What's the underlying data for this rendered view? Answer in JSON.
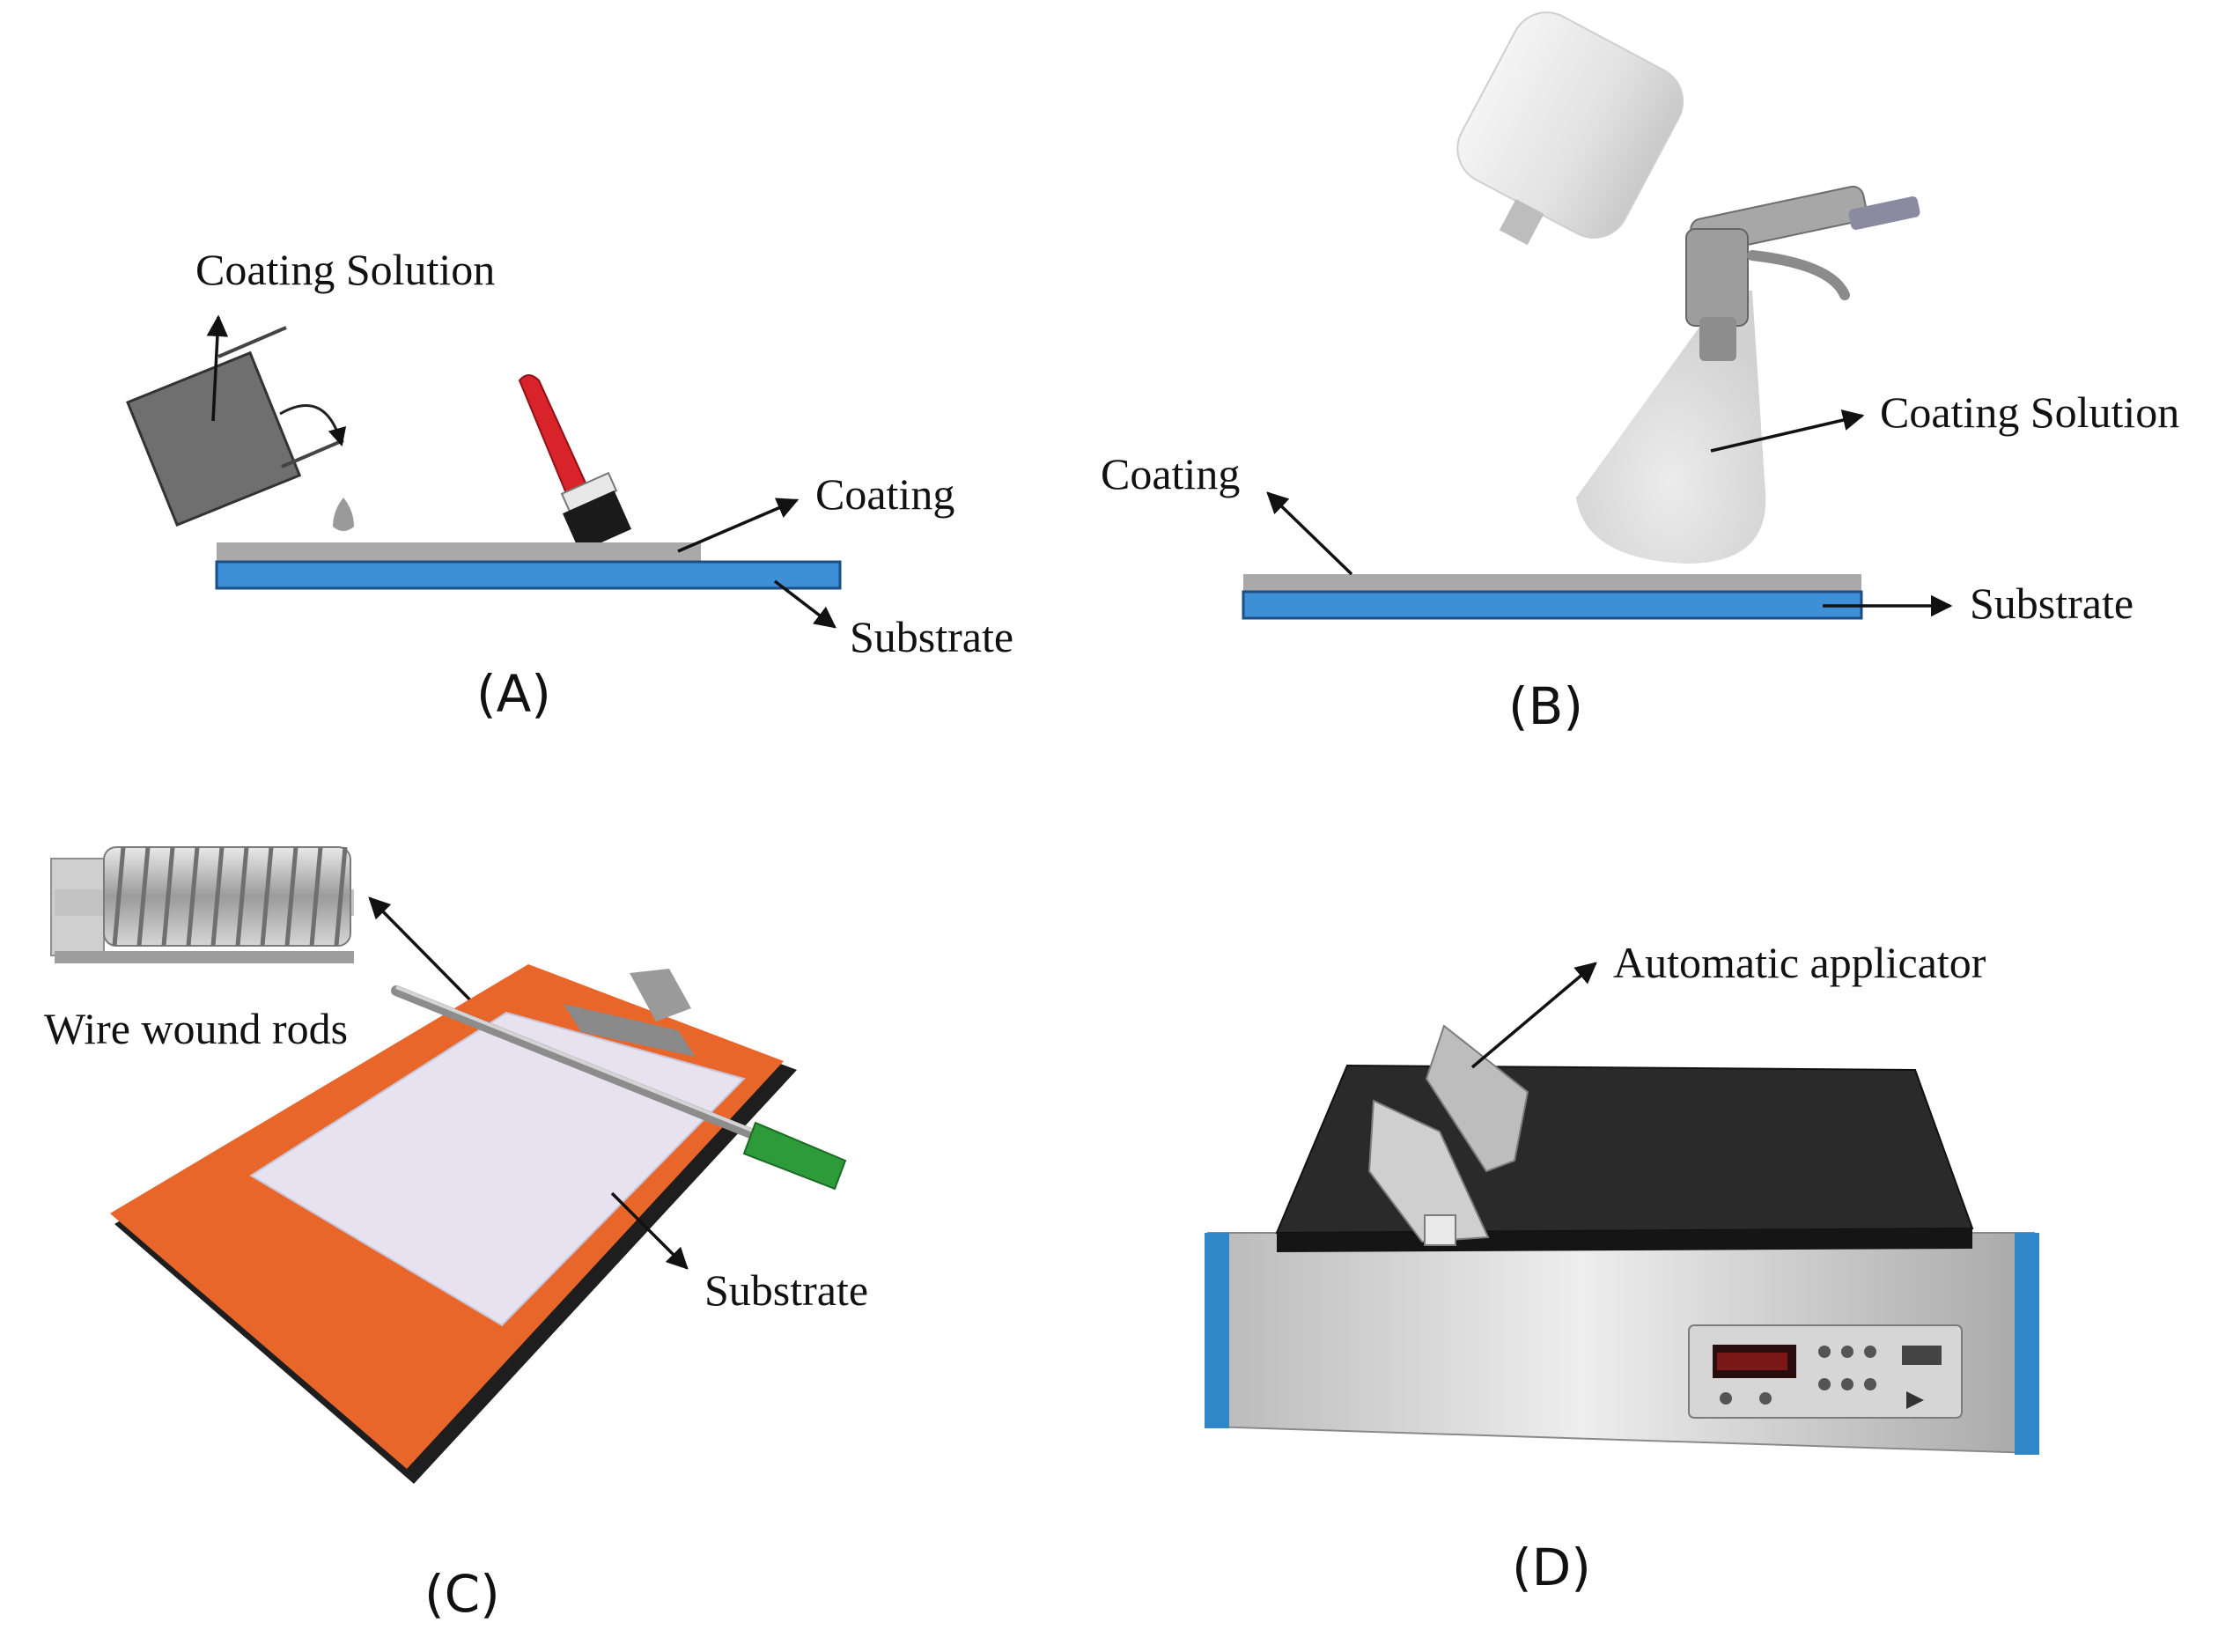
{
  "panels": {
    "a": {
      "caption": "(A)",
      "labels": {
        "coating_solution": "Coating Solution",
        "coating": "Coating",
        "substrate": "Substrate"
      }
    },
    "b": {
      "caption": "(B)",
      "labels": {
        "coating": "Coating",
        "coating_solution": "Coating Solution",
        "substrate": "Substrate"
      }
    },
    "c": {
      "caption": "(C)",
      "labels": {
        "wire_wound_rods": "Wire wound rods",
        "substrate": "Substrate"
      }
    },
    "d": {
      "caption": "(D)",
      "labels": {
        "automatic_applicator": "Automatic applicator"
      }
    }
  },
  "colors": {
    "substrate": "#3d8fd6",
    "coating": "#a9a9a9",
    "frame_orange": "#e8662a",
    "handle_green": "#2e9b3a",
    "brush_red": "#d8232a",
    "instrument_blue": "#2f86c8"
  }
}
